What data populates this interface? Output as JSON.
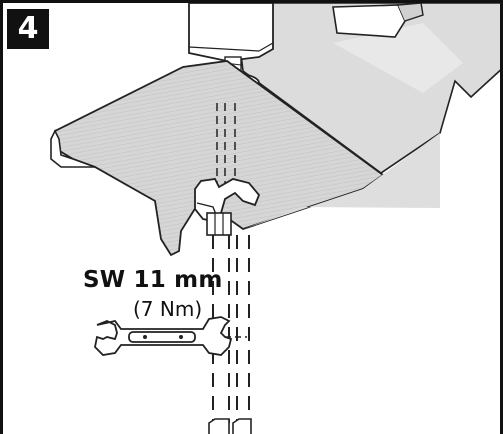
{
  "step": {
    "number": "4"
  },
  "labels": {
    "wrench_size": "SW 11 mm",
    "torque": "(7 Nm)"
  }
}
